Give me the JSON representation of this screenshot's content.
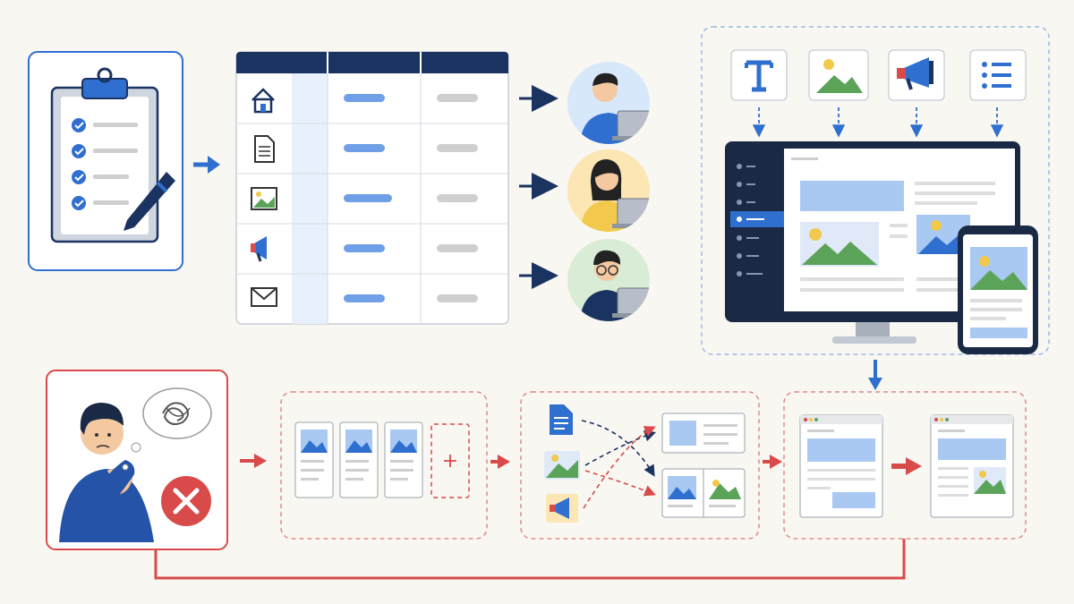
{
  "diagram": {
    "kind": "content-workflow",
    "colors": {
      "background": "#f8f7f1",
      "primary_blue": "#2f6fcf",
      "navy": "#1b3361",
      "success_red": "#d94a4a",
      "light_blue_fill": "#a9c8f2",
      "green_hill": "#5ca35a",
      "sun_yellow": "#f2c94c",
      "grey_line": "#cfcfcf"
    },
    "top_row": {
      "checklist_box": {
        "icon": "clipboard-checklist-icon",
        "checked_items": 4
      },
      "content_table": {
        "columns": 3,
        "rows": [
          {
            "icon": "home-icon"
          },
          {
            "icon": "document-icon"
          },
          {
            "icon": "image-icon"
          },
          {
            "icon": "megaphone-icon"
          },
          {
            "icon": "mail-icon"
          }
        ]
      },
      "team_members": [
        {
          "icon": "person-at-laptop-icon",
          "accent": "#d8e8fb"
        },
        {
          "icon": "person-at-laptop-icon",
          "accent": "#fbe6b4"
        },
        {
          "icon": "person-at-laptop-icon",
          "accent": "#d9edd6"
        }
      ],
      "publish_panel": {
        "content_type_icons": [
          "text-icon",
          "image-icon",
          "megaphone-icon",
          "list-icon"
        ],
        "devices": [
          "desktop-monitor-icon",
          "mobile-phone-icon"
        ]
      }
    },
    "bottom_row": {
      "confused_person": {
        "icon": "confused-person-icon",
        "thought": "tangled-thought-icon",
        "status": "error-x-icon"
      },
      "card_stage": {
        "cards": 3,
        "add_slot_icon": "plus-icon"
      },
      "mapping_stage": {
        "sources": [
          "doc-icon",
          "image-icon",
          "megaphone-icon"
        ],
        "targets": 2
      },
      "page_stage": {
        "pages": [
          "page-draft-icon",
          "page-final-icon"
        ]
      }
    }
  }
}
